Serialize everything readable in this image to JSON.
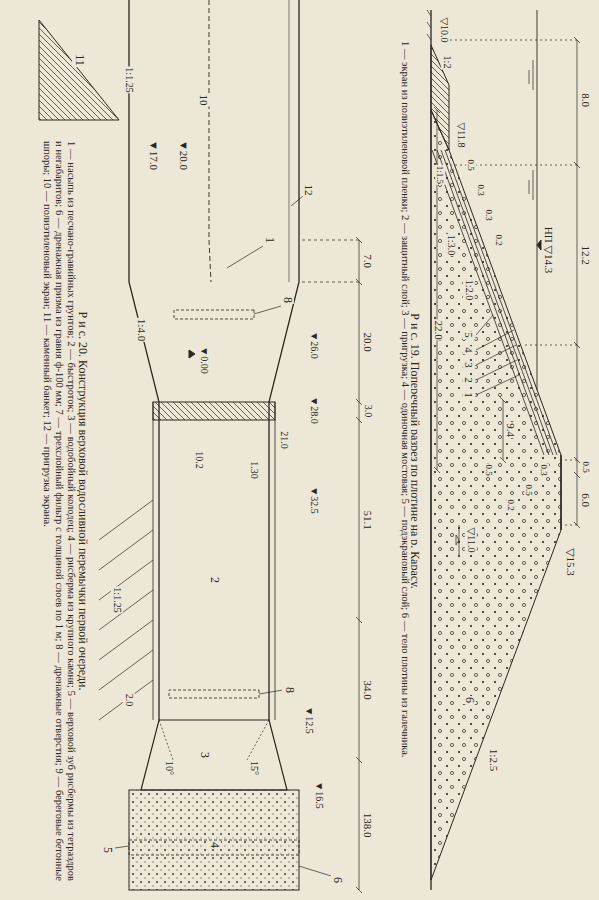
{
  "diagram": {
    "labels": [
      "8.0",
      "12.2",
      "0.5",
      "6.0",
      "▽10.0",
      "1:2",
      "▽11.8",
      "1:1.5",
      "0.5",
      "0.3",
      "0.2",
      "0.3",
      "22.0",
      "НП ▽14.3",
      "1:3.0",
      "1:2.0",
      "5",
      "4",
      "3",
      "2",
      "1",
      "9.4",
      "0.3",
      "0.5",
      "0.2",
      "0.5",
      "▽15.3",
      "▽11.0",
      "6",
      "1:2.5",
      "Р и с. 19. Поперечный разрез по плотине на р. Карасу.",
      "1 — экран из полиэтиленовой пленки; 2 — защитный слой; 3 — пригрузка; 4 — одиночная мостовая; 5 — подэкрановый слой; 6 — тело плотины из галечника.",
      "▼20.0",
      "▼17.0",
      "10",
      "11",
      "12",
      "1:1.25",
      "1:4.0",
      "7.0",
      "20.0",
      "3.0",
      "51.1",
      "34.0",
      "138.0",
      "▼0.00",
      "▼28.0",
      "▼26.0",
      "21.0",
      "1.30",
      "▼32.5",
      "1",
      "8",
      "10.2",
      "2",
      "1:1.25",
      "2.0",
      "8",
      "3",
      "15°",
      "10°",
      "▼12.5",
      "▼16.5",
      "5",
      "4",
      "6",
      "Р и с. 20. Конструкция верховой водосливной перемычки первой очереди.",
      "1 — насыпь из песчано-гравийных грунтов; 2 — быстроток; 3 — водобойный колодец; 4 — рисберма из крупного камня; 5 — верховой зуб рисбермы из тетраэдров и негабаритов; 6 — дренажная призма из гравия ф-100 мм; 7 — трехслойный фильтр с толщиной слоев по 1 м; 8 — дренажные отверстия; 9 — береговые бетонные шпоры; 10 — полиэтиленовый экран; 11 — каменный банкет; 12 — пригрузка экрана."
    ]
  }
}
